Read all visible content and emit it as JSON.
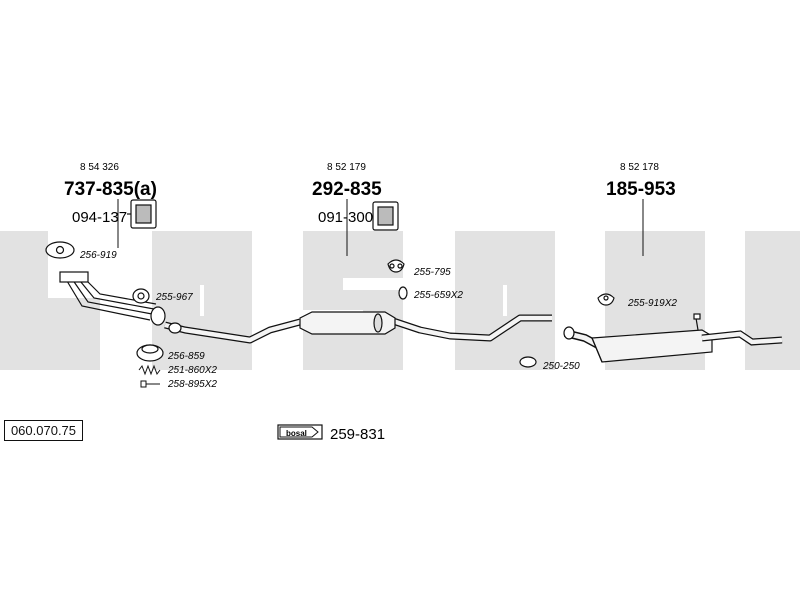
{
  "watermark": "bosal",
  "reference_number": "060.070.75",
  "groups": [
    {
      "oe_number": "8 54 326",
      "part_number": "737-835(a)",
      "hanger_number": "094-137"
    },
    {
      "oe_number": "8 52 179",
      "part_number": "292-835",
      "hanger_number": "091-300"
    },
    {
      "oe_number": "8 52 178",
      "part_number": "185-953"
    }
  ],
  "labels": {
    "gasket_front": "256-919",
    "clamp_front": "255-967",
    "ring": "256-859",
    "spring": "251-860X2",
    "bolt": "258-895X2",
    "rubber_mount": "255-795",
    "ring_mid": "255-659X2",
    "clamp_mid": "250-250",
    "rear_mount": "255-919X2"
  },
  "kit": {
    "badge": "bosal",
    "part_number": "259-831"
  },
  "colors": {
    "watermark": "#e2e2e2",
    "line": "#111111",
    "pipe_fill": "#f4f4f4"
  }
}
